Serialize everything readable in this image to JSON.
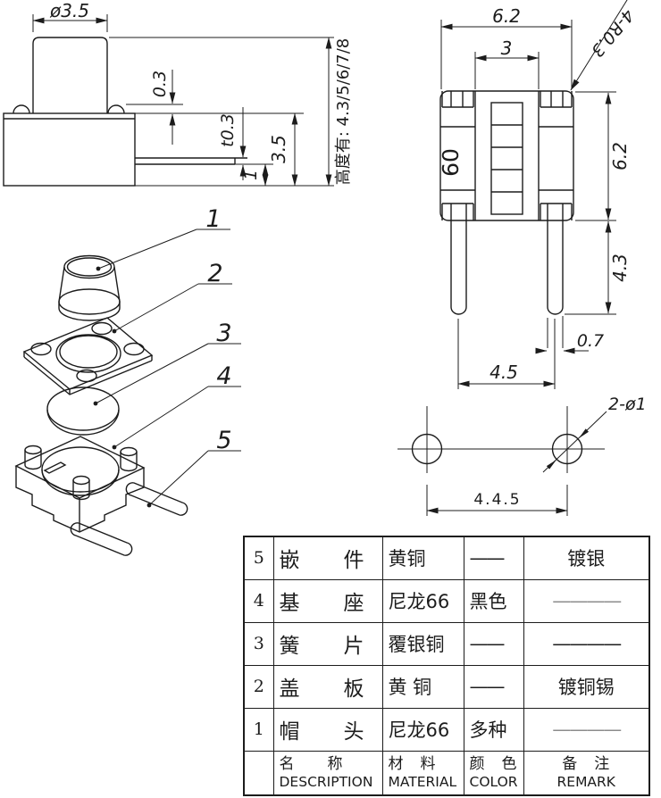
{
  "colors": {
    "line": "#1c1c1c",
    "dash_gray": "#8c8c8c",
    "bg": "#ffffff"
  },
  "side_view": {
    "dim_cap_diameter": "ø3.5",
    "dim_bump_height": "0.3",
    "dim_lead_thickness": "t0.3",
    "dim_body_height": "3.5",
    "dim_lead_offset": "1",
    "dim_total_height": "高度有: 4.3/5/6/7/8"
  },
  "front_view": {
    "dim_width": "6.2",
    "dim_inner_width": "3",
    "dim_corner_radius": "4-R0.3",
    "dim_height": "6.2",
    "dim_pin_length": "4.3",
    "dim_pin_width": "0.7",
    "dim_pin_pitch": "4.5",
    "marking": "60"
  },
  "bottom_view": {
    "dim_holes": "2-ø1",
    "dim_hole_pitch": "4.4.5"
  },
  "exploded_view": {
    "labels": [
      "1",
      "2",
      "3",
      "4",
      "5"
    ]
  },
  "parts_table": {
    "headers": {
      "no": "",
      "description_cn": "名　　称",
      "description_en": "DESCRIPTION",
      "material_cn": "材　料",
      "material_en": "MATERIAL",
      "color_cn": "颜　色",
      "color_en": "COLOR",
      "remark_cn": "备　注",
      "remark_en": "REMARK"
    },
    "rows": [
      {
        "no": "5",
        "description": "嵌　　件",
        "material": "黄铜",
        "color": "——",
        "remark": "镀银"
      },
      {
        "no": "4",
        "description": "基　　座",
        "material": "尼龙66",
        "color": "黑色",
        "remark": "————"
      },
      {
        "no": "3",
        "description": "簧　　片",
        "material": "覆银铜",
        "color": "——",
        "remark": "————"
      },
      {
        "no": "2",
        "description": "盖　　板",
        "material": "黄 铜",
        "color": "——",
        "remark": "镀铜锡"
      },
      {
        "no": "1",
        "description": "帽　　头",
        "material": "尼龙66",
        "color": "多种",
        "remark": "————"
      }
    ]
  }
}
